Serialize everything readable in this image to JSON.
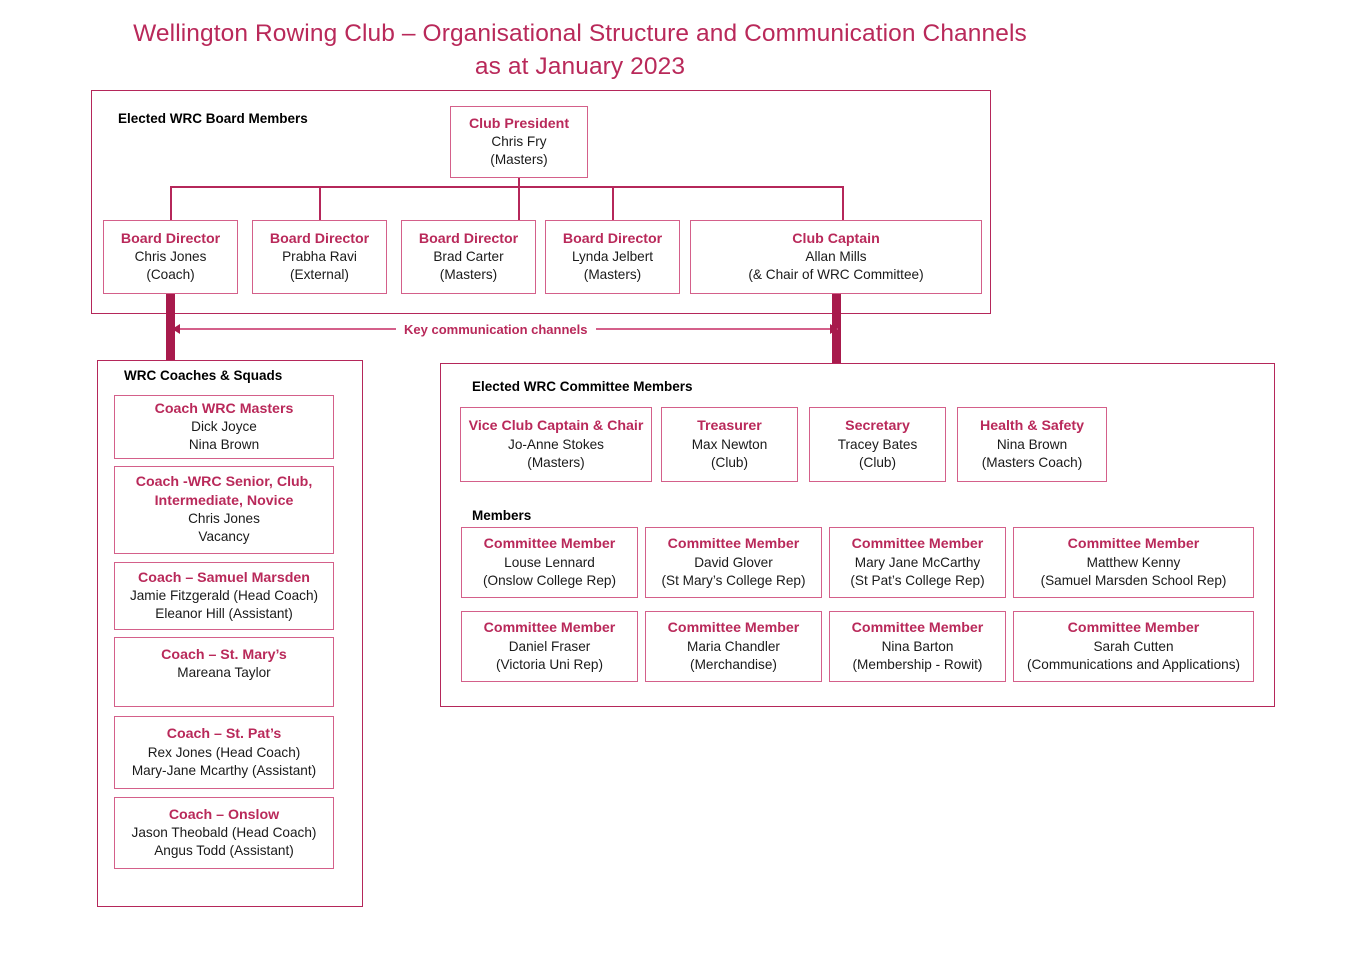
{
  "title": {
    "line1": "Wellington Rowing Club – Organisational Structure and Communication Channels",
    "line2": "as at January 2023"
  },
  "colors": {
    "accent": "#b9295a",
    "border": "#b5275a",
    "node_border": "#d4608a",
    "thick_connector": "#a81a4c",
    "text": "#1a1a1a"
  },
  "board": {
    "label": "Elected WRC Board Members",
    "president": {
      "role": "Club President",
      "name": "Chris Fry",
      "sub": "(Masters)"
    },
    "members": [
      {
        "role": "Board Director",
        "name": "Chris Jones",
        "sub": "(Coach)"
      },
      {
        "role": "Board Director",
        "name": "Prabha Ravi",
        "sub": "(External)"
      },
      {
        "role": "Board Director",
        "name": "Brad Carter",
        "sub": "(Masters)"
      },
      {
        "role": "Board Director",
        "name": "Lynda Jelbert",
        "sub": "(Masters)"
      },
      {
        "role": "Club Captain",
        "name": "Allan Mills",
        "sub": "(& Chair of WRC Committee)"
      }
    ]
  },
  "communication": {
    "label": "Key communication channels"
  },
  "coaches": {
    "label": "WRC Coaches & Squads",
    "items": [
      {
        "role": "Coach WRC Masters",
        "lines": [
          "Dick Joyce",
          "Nina Brown"
        ]
      },
      {
        "role": "Coach -WRC Senior, Club, Intermediate, Novice",
        "lines": [
          "Chris Jones",
          "Vacancy"
        ]
      },
      {
        "role": "Coach – Samuel Marsden",
        "lines": [
          "Jamie Fitzgerald (Head Coach)",
          "Eleanor Hill (Assistant)"
        ]
      },
      {
        "role": "Coach – St. Mary’s",
        "lines": [
          "Mareana Taylor"
        ]
      },
      {
        "role": "Coach – St. Pat’s",
        "lines": [
          "Rex Jones (Head Coach)",
          "Mary-Jane Mcarthy (Assistant)"
        ]
      },
      {
        "role": "Coach – Onslow",
        "lines": [
          "Jason Theobald (Head Coach)",
          "Angus Todd (Assistant)"
        ]
      }
    ]
  },
  "committee": {
    "label": "Elected WRC Committee Members",
    "members_label": "Members",
    "officers": [
      {
        "role": "Vice Club Captain & Chair",
        "name": "Jo-Anne Stokes",
        "sub": "(Masters)"
      },
      {
        "role": "Treasurer",
        "name": "Max Newton",
        "sub": "(Club)"
      },
      {
        "role": "Secretary",
        "name": "Tracey Bates",
        "sub": "(Club)"
      },
      {
        "role": "Health & Safety",
        "name": "Nina Brown",
        "sub": "(Masters Coach)"
      }
    ],
    "members": [
      {
        "role": "Committee Member",
        "name": "Louse Lennard",
        "sub": "(Onslow College Rep)"
      },
      {
        "role": "Committee Member",
        "name": "David Glover",
        "sub": "(St Mary’s College Rep)"
      },
      {
        "role": "Committee Member",
        "name": "Mary Jane McCarthy",
        "sub": "(St Pat’s College Rep)"
      },
      {
        "role": "Committee Member",
        "name": "Matthew Kenny",
        "sub": "(Samuel Marsden School Rep)"
      },
      {
        "role": "Committee Member",
        "name": "Daniel Fraser",
        "sub": "(Victoria Uni Rep)"
      },
      {
        "role": "Committee Member",
        "name": "Maria Chandler",
        "sub": "(Merchandise)"
      },
      {
        "role": "Committee Member",
        "name": "Nina Barton",
        "sub": "(Membership - Rowit)"
      },
      {
        "role": "Committee Member",
        "name": "Sarah Cutten",
        "sub": "(Communications and Applications)"
      }
    ]
  }
}
